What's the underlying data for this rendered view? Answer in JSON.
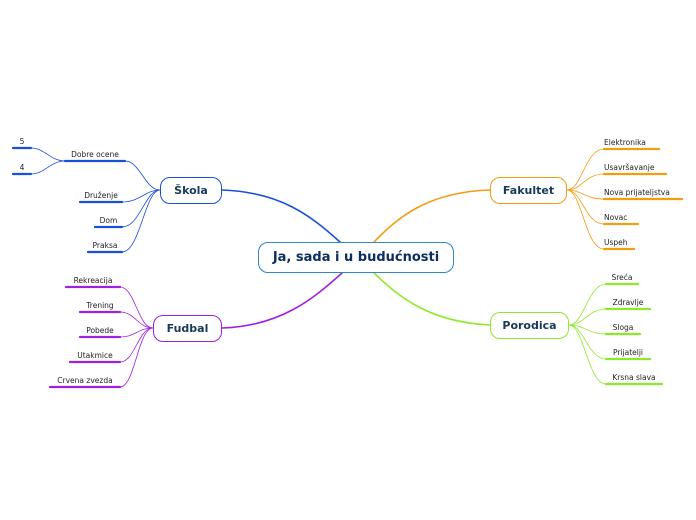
{
  "central": {
    "label": "Ja, sada i u budućnosti"
  },
  "branches": [
    {
      "id": "skola",
      "label": "Škola",
      "color": "#1a4fd8",
      "items": [
        {
          "label": "Dobre ocene",
          "children": [
            {
              "label": "5"
            },
            {
              "label": "4"
            }
          ]
        },
        {
          "label": "Druženje"
        },
        {
          "label": "Dom"
        },
        {
          "label": "Praksa"
        }
      ]
    },
    {
      "id": "fudbal",
      "label": "Fudbal",
      "color": "#a020e0",
      "items": [
        {
          "label": "Rekreacija"
        },
        {
          "label": "Trening"
        },
        {
          "label": "Pobede"
        },
        {
          "label": "Utakmice"
        },
        {
          "label": "Crvena zvezda"
        }
      ]
    },
    {
      "id": "fakultet",
      "label": "Fakultet",
      "color": "#f39c12",
      "items": [
        {
          "label": "Elektronika"
        },
        {
          "label": "Usavršavanje"
        },
        {
          "label": "Nova prijateljstva"
        },
        {
          "label": "Novac"
        },
        {
          "label": "Uspeh"
        }
      ]
    },
    {
      "id": "porodica",
      "label": "Porodica",
      "color": "#8ee82a",
      "items": [
        {
          "label": "Sreća"
        },
        {
          "label": "Zdravlje"
        },
        {
          "label": "Sloga"
        },
        {
          "label": "Prijatelji"
        },
        {
          "label": "Krsna slava"
        }
      ]
    }
  ]
}
